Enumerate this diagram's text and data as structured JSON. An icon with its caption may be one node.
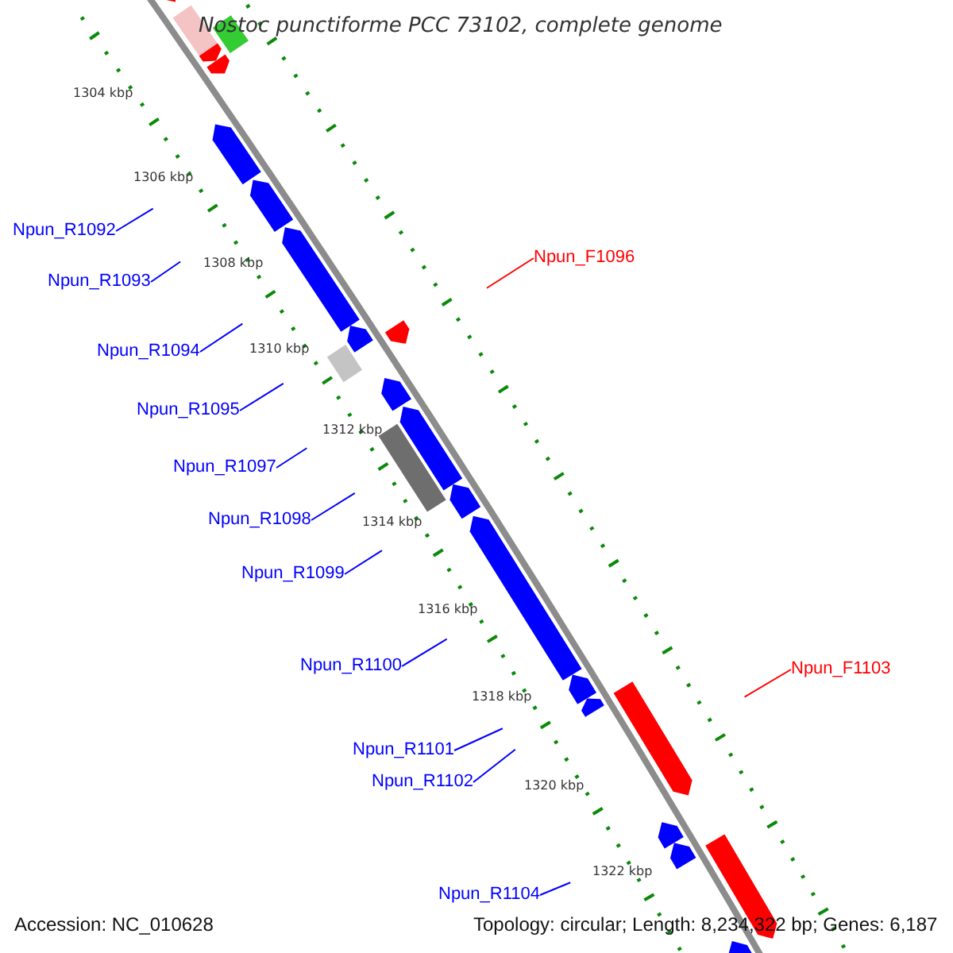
{
  "diagram": {
    "title": "Nostoc punctiforme PCC 73102, complete genome",
    "nodes": [
      {
        "text": [
          "Npun_R1092"
        ]
      },
      {
        "text": [
          "Npun_F1096"
        ]
      },
      {
        "text": [
          "Npun_R1093"
        ]
      },
      {
        "text": [
          "Npun_R1094"
        ]
      },
      {
        "text": [
          "Npun_R1095"
        ]
      },
      {
        "text": [
          "Npun_R1097"
        ]
      },
      {
        "text": [
          "Npun_R1098"
        ]
      },
      {
        "text": [
          "Npun_R1099"
        ]
      },
      {
        "text": [
          "Npun_R1100"
        ]
      },
      {
        "text": [
          "Npun_F1103"
        ]
      },
      {
        "text": [
          "Npun_R1101"
        ]
      },
      {
        "text": [
          "Npun_R1102"
        ]
      },
      {
        "text": [
          "Npun_R1104"
        ]
      }
    ],
    "edges": [
      {
        "from": 0,
        "to": null,
        "arrow": "none"
      },
      {
        "from": 1,
        "to": null,
        "arrow": "none",
        "color": "#ff0000"
      },
      {
        "from": 2,
        "to": null,
        "arrow": "none"
      },
      {
        "from": 3,
        "to": null,
        "arrow": "none"
      },
      {
        "from": 4,
        "to": null,
        "arrow": "none"
      },
      {
        "from": 5,
        "to": null,
        "arrow": "none"
      },
      {
        "from": 6,
        "to": null,
        "arrow": "none"
      },
      {
        "from": 7,
        "to": null,
        "arrow": "none"
      },
      {
        "from": 8,
        "to": null,
        "arrow": "none"
      },
      {
        "from": 9,
        "to": null,
        "arrow": "none",
        "color": "#ff0000"
      },
      {
        "from": 10,
        "to": null,
        "arrow": "none"
      },
      {
        "from": 11,
        "to": null,
        "arrow": "none"
      },
      {
        "from": 12,
        "to": null,
        "arrow": "none"
      }
    ],
    "labels": [
      "1304 kbp",
      "1306 kbp",
      "1308 kbp",
      "1310 kbp",
      "1312 kbp",
      "1314 kbp",
      "1316 kbp",
      "1318 kbp",
      "1320 kbp",
      "1322 kbp",
      "Accession: NC_010628",
      "Topology: circular; Length: 8,234,322 bp; Genes: 6,187"
    ]
  }
}
